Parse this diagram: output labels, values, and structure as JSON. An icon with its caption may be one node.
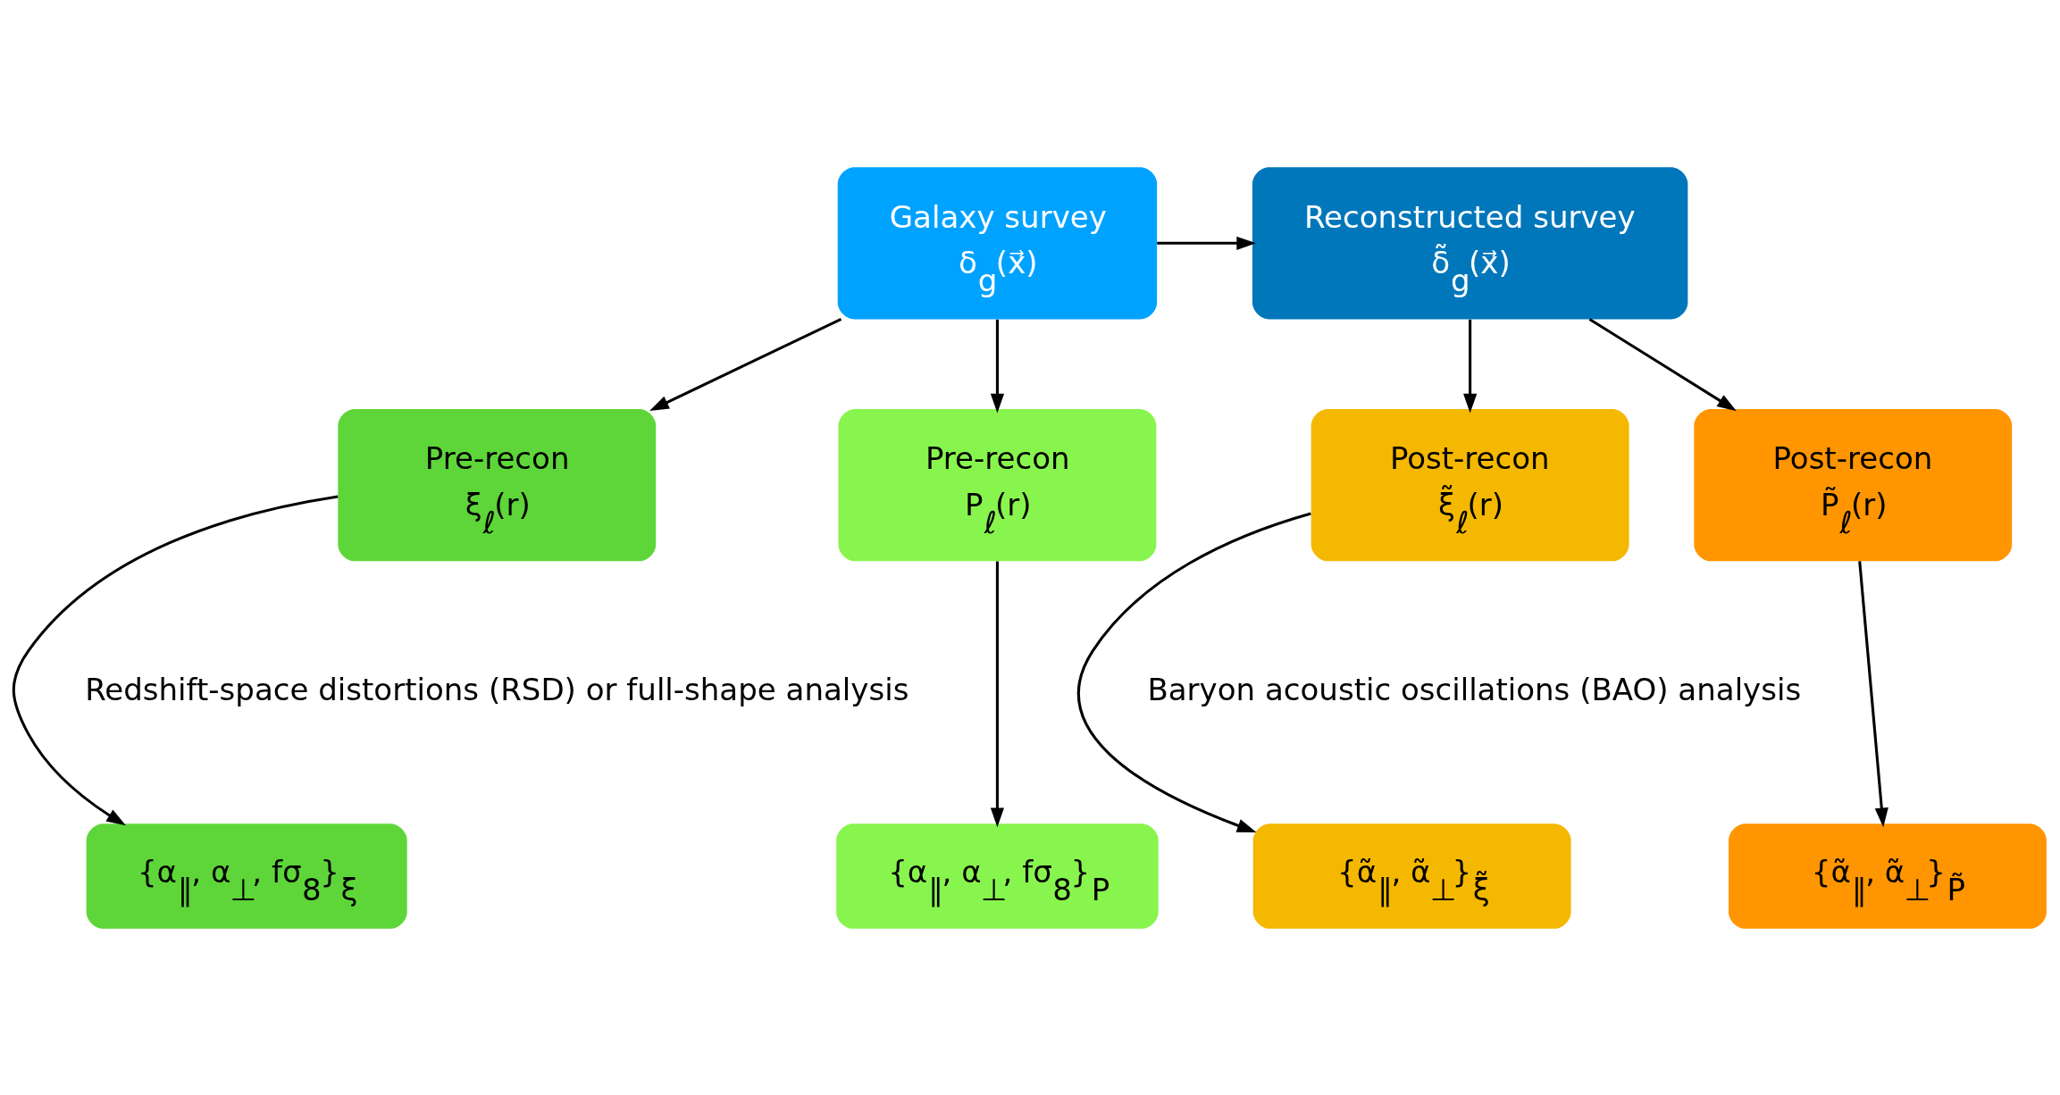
{
  "diagram": {
    "nodes": [
      {
        "text": [
          "Galaxy survey",
          "δ$_{g}$(x⃗)"
        ]
      },
      {
        "text": [
          "Reconstructed survey",
          "δ̃$_{g}$(x⃗)"
        ]
      },
      {
        "text": [
          "Pre-recon",
          "ξ$_{ℓ}$(r)"
        ]
      },
      {
        "text": [
          "Pre-recon",
          "P$_{ℓ}$(r)"
        ]
      },
      {
        "text": [
          "Post-recon",
          "ξ̃$_{ℓ}$(r)"
        ]
      },
      {
        "text": [
          "Post-recon",
          "P̃$_{ℓ}$(r)"
        ]
      },
      {
        "text": [
          "{α$_{∥}$, α$_{⊥}$, fσ$_{8}$}$_{ξ}$"
        ]
      },
      {
        "text": [
          "{α$_{∥}$, α$_{⊥}$, fσ$_{8}$}$_{P}$"
        ]
      },
      {
        "text": [
          "{α̃$_{∥}$, α̃$_{⊥}$}$_{ξ̃}$"
        ]
      },
      {
        "text": [
          "{α̃$_{∥}$, α̃$_{⊥}$}$_{P̃}$"
        ]
      }
    ],
    "edges": [
      {
        "from": 0,
        "to": 1,
        "arrow": "to"
      },
      {
        "from": 0,
        "to": 2,
        "arrow": "to"
      },
      {
        "from": 0,
        "to": 3,
        "arrow": "to"
      },
      {
        "from": 1,
        "to": 4,
        "arrow": "to"
      },
      {
        "from": 1,
        "to": 5,
        "arrow": "to"
      },
      {
        "from": 2,
        "to": 6,
        "arrow": "to"
      },
      {
        "from": 3,
        "to": 7,
        "arrow": "to"
      },
      {
        "from": 4,
        "to": 8,
        "arrow": "to"
      },
      {
        "from": 5,
        "to": 9,
        "arrow": "to"
      }
    ],
    "labels": [
      "Redshift-space distortions (RSD) or full-shape analysis",
      "Baryon acoustic oscillations (BAO) analysis"
    ]
  }
}
